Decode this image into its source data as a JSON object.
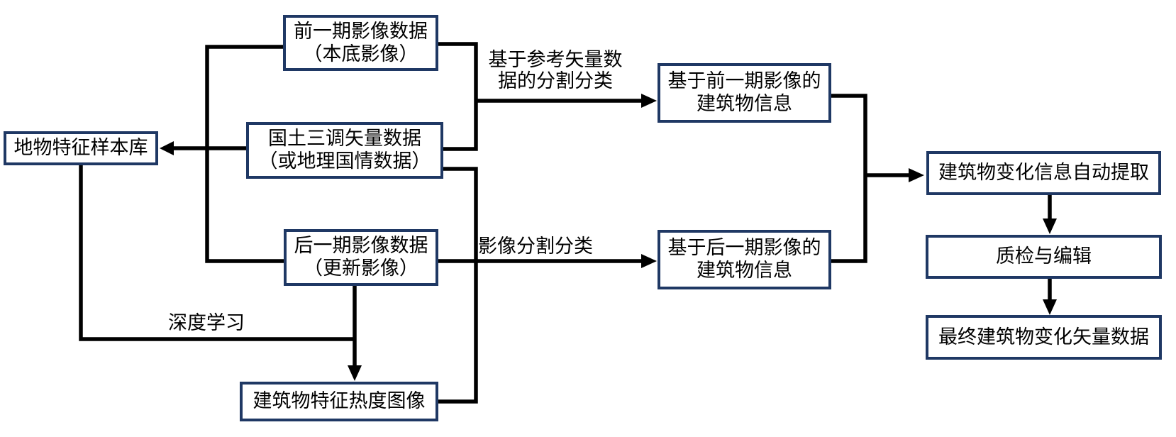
{
  "diagram_title": "building-change-extraction-flowchart",
  "colors": {
    "background": "#ffffff",
    "box_border": "#1F3864",
    "line": "#000000",
    "text": "#000000"
  },
  "nodes": {
    "prev_image": {
      "line1": "前一期影像数据",
      "line2": "（本底影像）"
    },
    "sample_lib": {
      "line1": "地物特征样本库"
    },
    "survey_vector": {
      "line1": "国土三调矢量数据",
      "line2": "（或地理国情数据）"
    },
    "next_image": {
      "line1": "后一期影像数据",
      "line2": "（更新影像）"
    },
    "heat_image": {
      "line1": "建筑物特征热度图像"
    },
    "prev_buildings": {
      "line1": "基于前一期影像的",
      "line2": "建筑物信息"
    },
    "next_buildings": {
      "line1": "基于后一期影像的",
      "line2": "建筑物信息"
    },
    "auto_extract": {
      "line1": "建筑物变化信息自动提取"
    },
    "qc_edit": {
      "line1": "质检与编辑"
    },
    "final_vector": {
      "line1": "最终建筑物变化矢量数据"
    }
  },
  "edge_labels": {
    "ref_vector_seg": {
      "line1": "基于参考矢量数",
      "line2": "据的分割分类"
    },
    "image_seg": {
      "line1": "影像分割分类"
    },
    "deep_learning": {
      "line1": "深度学习"
    }
  }
}
